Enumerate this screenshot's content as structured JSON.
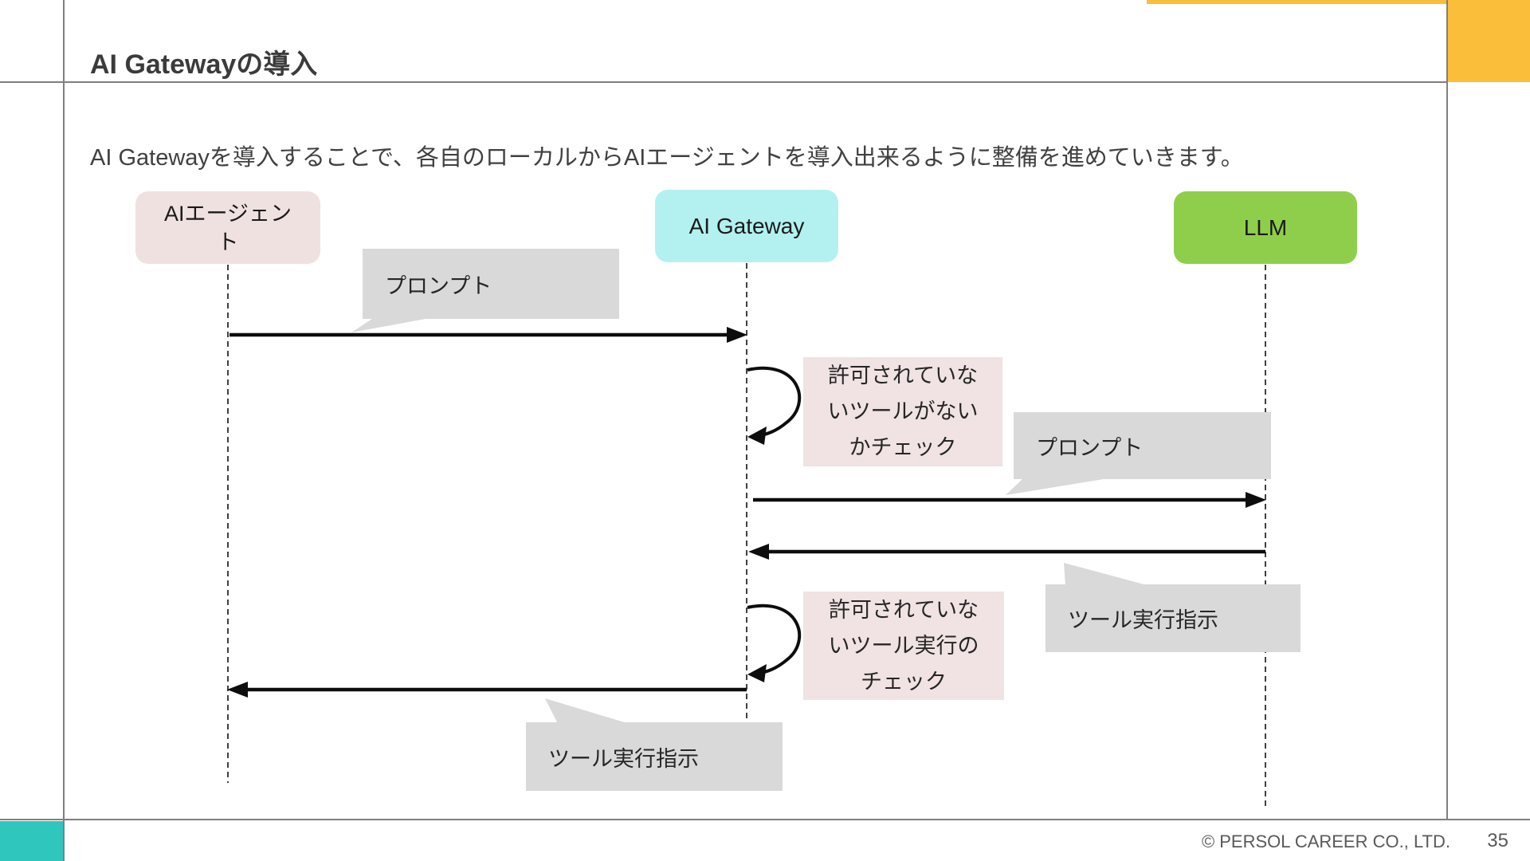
{
  "slide": {
    "title": "AI Gatewayの導入",
    "body": "AI Gatewayを導入することで、各自のローカルからAIエージェントを導入出来るように整備を進めていきます。",
    "footer": "© PERSOL CAREER CO., LTD.",
    "page_number": "35"
  },
  "colors": {
    "accent_orange": "#FBBE3B",
    "accent_teal": "#2EC6BD",
    "agent_box": "#F0E1E1",
    "gateway_box": "#B3F1F1",
    "llm_box": "#8FCE4B",
    "callout_gray": "#D9D9D9",
    "note_pink": "#F1E3E3",
    "frame_line": "#7F7F7F",
    "arrow_black": "#0D0D0D"
  },
  "diagram": {
    "type": "sequence",
    "actors": [
      {
        "id": "agent",
        "label": "AIエージェント"
      },
      {
        "id": "gateway",
        "label": "AI Gateway"
      },
      {
        "id": "llm",
        "label": "LLM"
      }
    ],
    "messages": [
      {
        "from": "agent",
        "to": "gateway",
        "label": "プロンプト"
      },
      {
        "from": "gateway",
        "to": "llm",
        "label": "プロンプト"
      },
      {
        "from": "llm",
        "to": "gateway",
        "label": "ツール実行指示"
      },
      {
        "from": "gateway",
        "to": "agent",
        "label": "ツール実行指示"
      }
    ],
    "self_checks": [
      {
        "actor": "gateway",
        "label": "許可されていないツールがないかチェック"
      },
      {
        "actor": "gateway",
        "label": "許可されていないツール実行のチェック"
      }
    ]
  }
}
